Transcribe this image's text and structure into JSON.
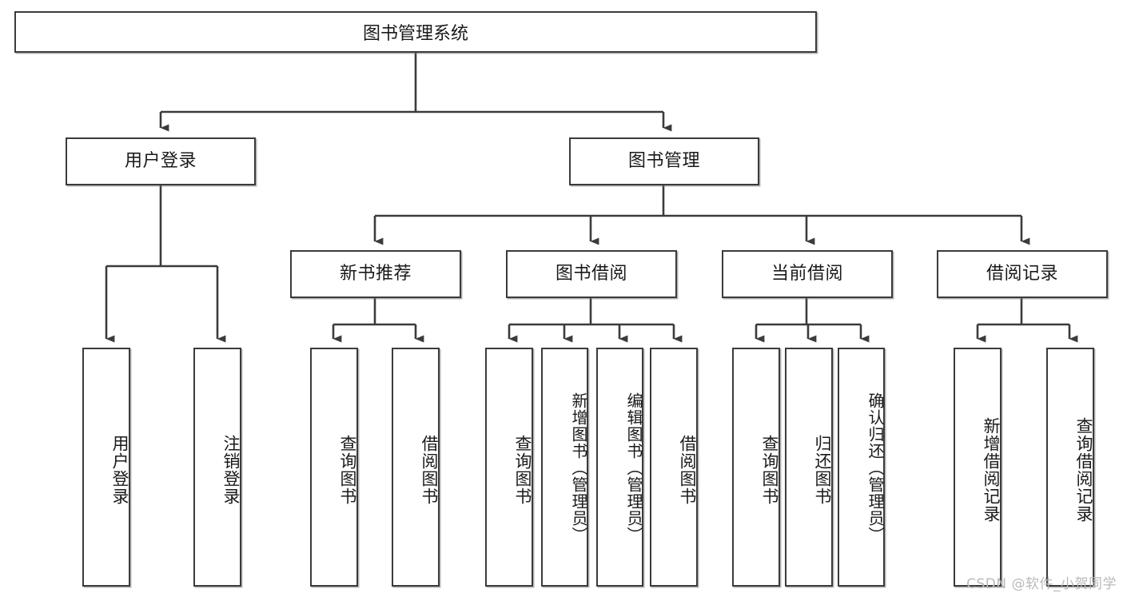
{
  "diagram": {
    "type": "tree-hierarchy-flowchart",
    "title": "图书管理系统",
    "stroke_color": "#3b3b3b",
    "background_color": "#ffffff",
    "text_color": "#1a1a1a",
    "root": {
      "id": "root",
      "label": "图书管理系统"
    },
    "level2": [
      {
        "id": "user-login",
        "label": "用户登录"
      },
      {
        "id": "book-management",
        "label": "图书管理"
      }
    ],
    "level3": [
      {
        "id": "new-book-recommend",
        "label": "新书推荐"
      },
      {
        "id": "book-borrow",
        "label": "图书借阅"
      },
      {
        "id": "current-borrow",
        "label": "当前借阅"
      },
      {
        "id": "borrow-record",
        "label": "借阅记录"
      }
    ],
    "leaves": {
      "user_login": [
        {
          "id": "leaf-user-login",
          "label": "用户登录"
        },
        {
          "id": "leaf-logout-login",
          "label": "注销登录"
        }
      ],
      "new_book_recommend": [
        {
          "id": "leaf-query-book-1",
          "label": "查询图书"
        },
        {
          "id": "leaf-borrow-book-1",
          "label": "借阅图书"
        }
      ],
      "book_borrow": [
        {
          "id": "leaf-query-book-2",
          "label": "查询图书"
        },
        {
          "id": "leaf-add-book",
          "label": "新增图书（管理员）"
        },
        {
          "id": "leaf-edit-book",
          "label": "编辑图书（管理员）"
        },
        {
          "id": "leaf-borrow-book-2",
          "label": "借阅图书"
        }
      ],
      "current_borrow": [
        {
          "id": "leaf-query-book-3",
          "label": "查询图书"
        },
        {
          "id": "leaf-return-book",
          "label": "归还图书"
        },
        {
          "id": "leaf-confirm-return",
          "label": "确认归还（管理员）"
        }
      ],
      "borrow_record": [
        {
          "id": "leaf-add-record",
          "label": "新增借阅记录"
        },
        {
          "id": "leaf-query-record",
          "label": "查询借阅记录"
        }
      ]
    }
  },
  "watermark": {
    "text": "CSDN @软件_小贺同学"
  }
}
